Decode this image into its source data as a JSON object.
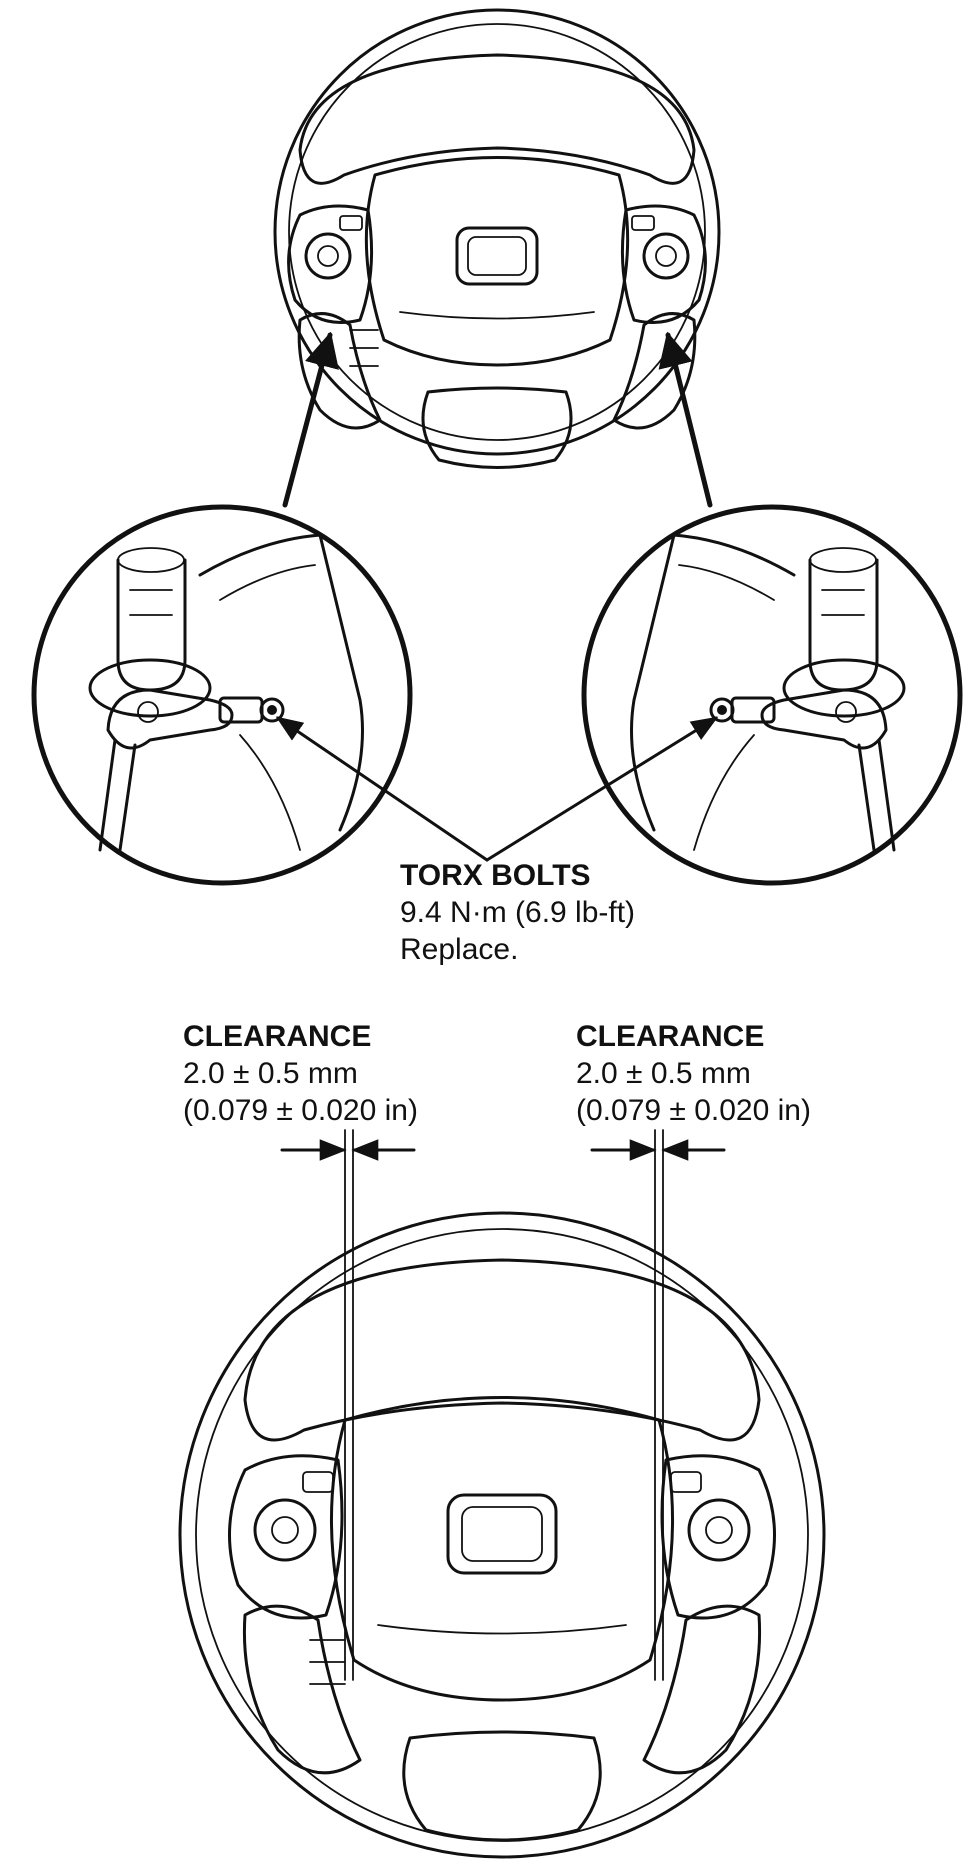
{
  "torx_callout": {
    "title": "TORX BOLTS",
    "torque": "9.4 N·m (6.9 lb-ft)",
    "note": "Replace."
  },
  "clearance_left": {
    "title": "CLEARANCE",
    "metric": "2.0 ± 0.5 mm",
    "imperial": "(0.079 ± 0.020 in)"
  },
  "clearance_right": {
    "title": "CLEARANCE",
    "metric": "2.0 ± 0.5 mm",
    "imperial": "(0.079 ± 0.020 in)"
  },
  "colors": {
    "ink": "#111111",
    "background": "#ffffff"
  }
}
